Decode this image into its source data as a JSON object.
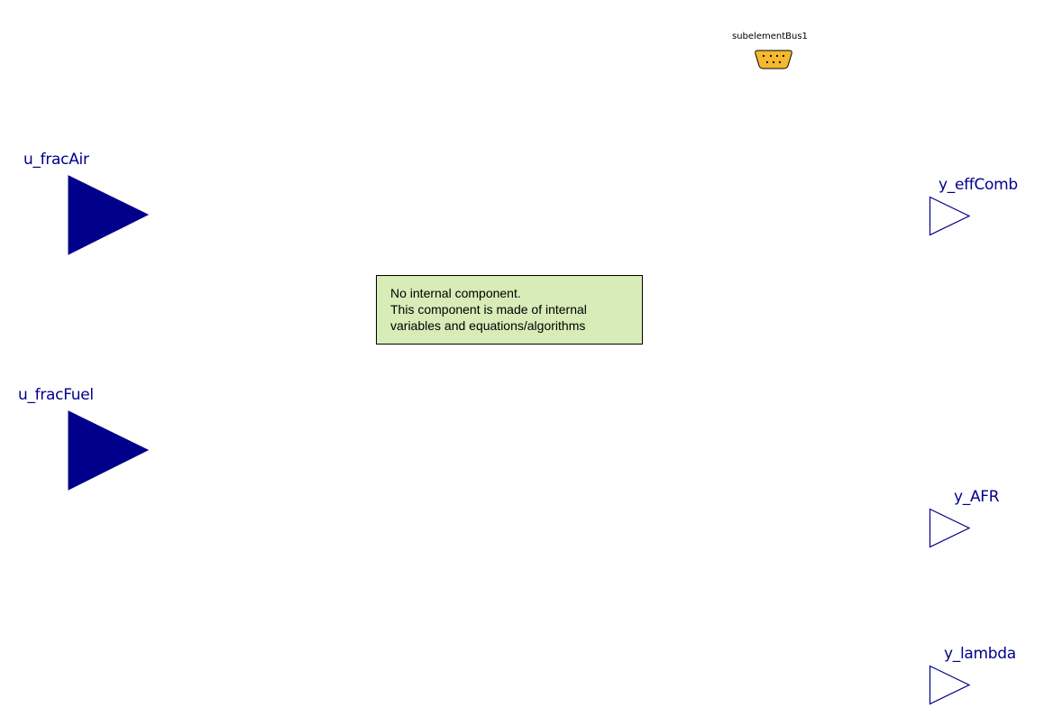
{
  "diagram": {
    "colors": {
      "port": "#00008b",
      "bus_fill": "#f5b82e",
      "note_fill": "#d8ecb8"
    },
    "inputs": [
      {
        "label": "u_fracAir",
        "kind": "real-input",
        "icon": "filled-triangle-icon"
      },
      {
        "label": "u_fracFuel",
        "kind": "real-input",
        "icon": "filled-triangle-icon"
      }
    ],
    "outputs": [
      {
        "label": "y_effComb",
        "kind": "real-output",
        "icon": "outline-triangle-icon"
      },
      {
        "label": "y_AFR",
        "kind": "real-output",
        "icon": "outline-triangle-icon"
      },
      {
        "label": "y_lambda",
        "kind": "real-output",
        "icon": "outline-triangle-icon"
      }
    ],
    "bus": {
      "label": "subelementBus1",
      "icon": "bus-connector-icon"
    },
    "note": {
      "line1": "No internal component.",
      "line2": "This component is made of internal",
      "line3": "variables and equations/algorithms"
    }
  }
}
